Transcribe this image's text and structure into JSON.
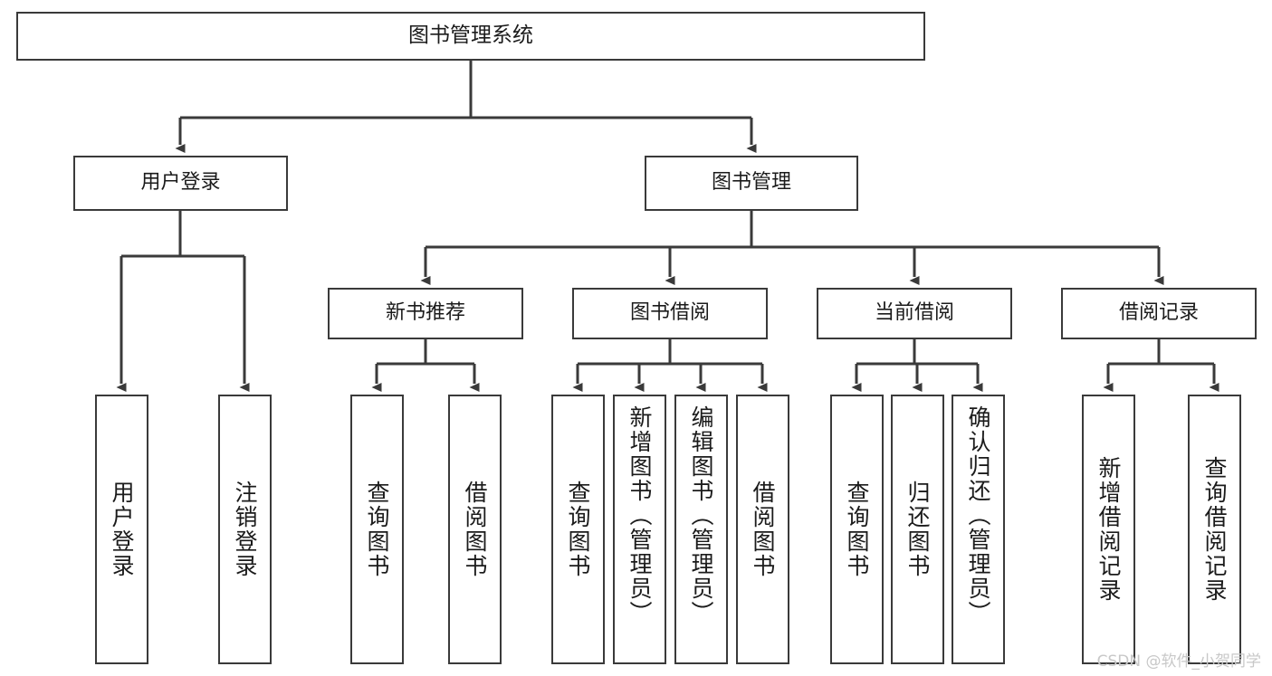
{
  "diagram": {
    "title": "图书管理系统",
    "watermark": "CSDN @软件_小贺同学",
    "colors": {
      "box_border": "#3a3a3a",
      "box_fill": "#ffffff",
      "line": "#3a3a3a",
      "text": "#1b1b1b",
      "watermark": "#c8c8c8",
      "background": "#ffffff"
    }
  },
  "nodes": {
    "root": {
      "label": "图书管理系统"
    },
    "level2": [
      {
        "label": "用户登录"
      },
      {
        "label": "图书管理"
      }
    ],
    "level3": [
      {
        "label": "新书推荐"
      },
      {
        "label": "图书借阅"
      },
      {
        "label": "当前借阅"
      },
      {
        "label": "借阅记录"
      }
    ],
    "leaves": {
      "user_login": [
        {
          "label": "用户登录"
        },
        {
          "label": "注销登录"
        }
      ],
      "new_book": [
        {
          "label": "查询图书"
        },
        {
          "label": "借阅图书"
        }
      ],
      "book_borrow": [
        {
          "label": "查询图书"
        },
        {
          "label": "新增图书（管理员）"
        },
        {
          "label": "编辑图书（管理员）"
        },
        {
          "label": "借阅图书"
        }
      ],
      "current_borrow": [
        {
          "label": "查询图书"
        },
        {
          "label": "归还图书"
        },
        {
          "label": "确认归还（管理员）"
        }
      ],
      "borrow_record": [
        {
          "label": "新增借阅记录"
        },
        {
          "label": "查询借阅记录"
        }
      ]
    }
  }
}
